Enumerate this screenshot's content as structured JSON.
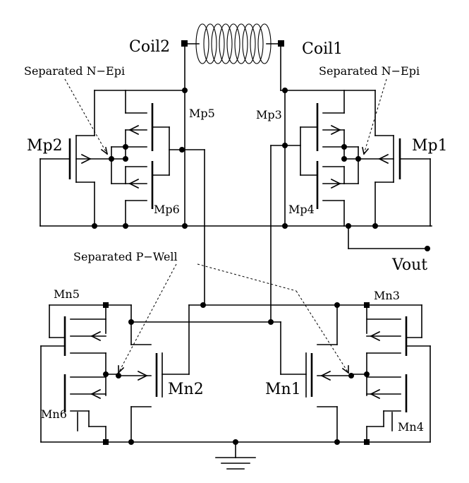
{
  "labels": {
    "coil_left": "Coil2",
    "coil_right": "Coil1",
    "mp1": "Mp1",
    "mp2": "Mp2",
    "mp3": "Mp3",
    "mp4": "Mp4",
    "mp5": "Mp5",
    "mp6": "Mp6",
    "mn1": "Mn1",
    "mn2": "Mn2",
    "mn3": "Mn3",
    "mn4": "Mn4",
    "mn5": "Mn5",
    "mn6": "Mn6",
    "vout": "Vout",
    "nepi_left": "Separated N−Epi",
    "nepi_right": "Separated N−Epi",
    "pwell": "Separated P−Well"
  }
}
